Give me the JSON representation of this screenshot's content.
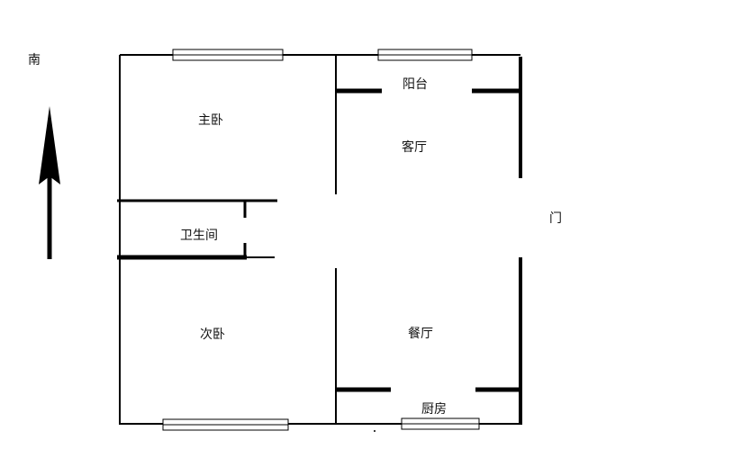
{
  "compass": {
    "label": "南"
  },
  "rooms": {
    "master_bedroom": "主卧",
    "bathroom": "卫生间",
    "second_bedroom": "次卧",
    "balcony": "阳台",
    "living_room": "客厅",
    "dining_room": "餐厅",
    "kitchen": "厨房"
  },
  "entrance": {
    "label": "门"
  },
  "colors": {
    "wall": "#000000",
    "window_fill": "#ffffff",
    "background": "#ffffff"
  }
}
